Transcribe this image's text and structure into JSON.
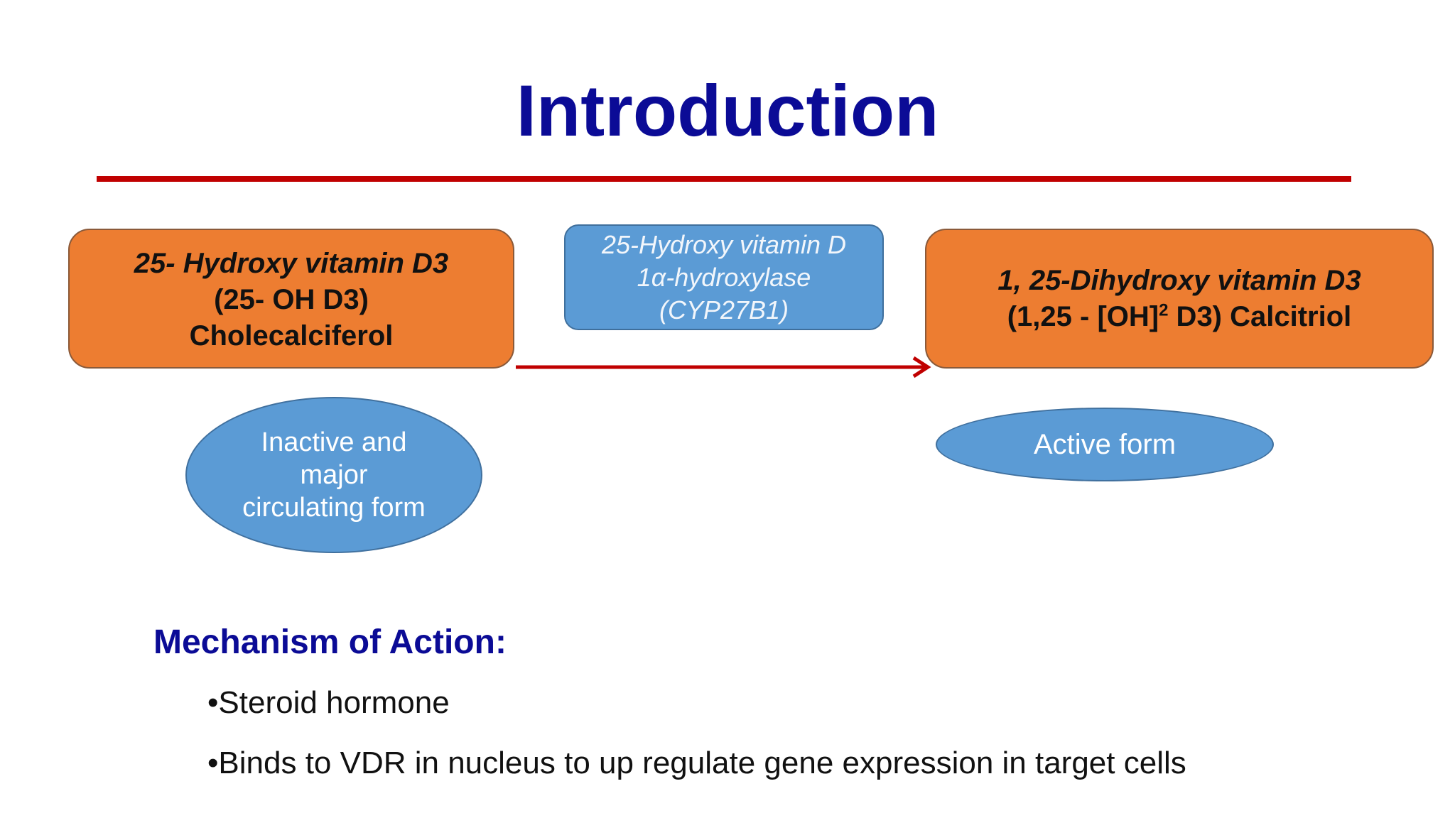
{
  "slide": {
    "title": "Introduction",
    "colors": {
      "title": "#0b0b96",
      "rule": "#c00000",
      "orange_box": "#ed7d31",
      "blue_shape": "#5b9bd5",
      "arrow": "#c00000"
    }
  },
  "pathway": {
    "source": {
      "line1": "25- Hydroxy vitamin D3",
      "line2": "(25- OH D3)",
      "line3": "Cholecalciferol"
    },
    "enzyme": {
      "line1": "25-Hydroxy vitamin D",
      "line2": "1α-hydroxylase",
      "line3": "(CYP27B1)"
    },
    "product": {
      "line1": "1, 25-Dihydroxy vitamin D3",
      "line2_prefix": "(1,25 - [OH]",
      "line2_sup": "2",
      "line2_suffix": " D3) Calcitriol"
    },
    "source_note": {
      "line1": "Inactive and",
      "line2": "major",
      "line3": "circulating form"
    },
    "product_note": {
      "text": "Active form"
    }
  },
  "mechanism": {
    "heading": "Mechanism of Action:",
    "bullets": [
      "•Steroid hormone",
      "•Binds to VDR in nucleus to up regulate gene expression in target cells"
    ]
  }
}
